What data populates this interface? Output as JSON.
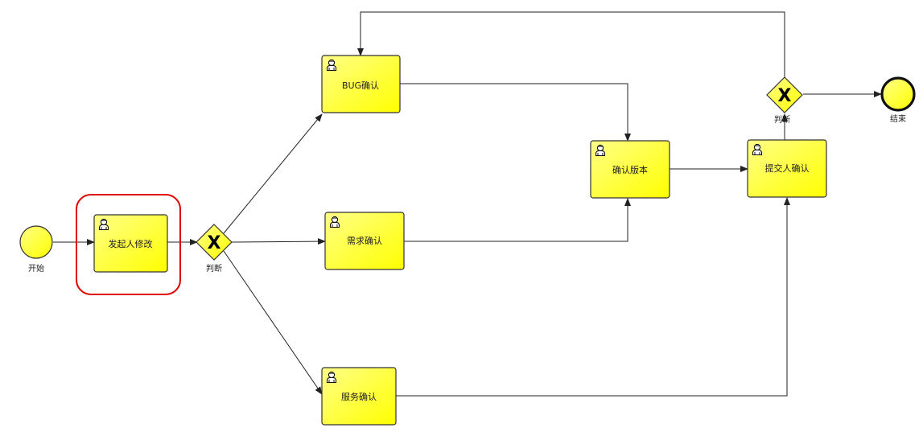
{
  "diagram": {
    "start_event": {
      "label": "开始"
    },
    "end_event": {
      "label": "结束"
    },
    "tasks": {
      "initiator_modify": {
        "label": "发起人修改",
        "highlighted": true
      },
      "bug_confirm": {
        "label": "BUG确认"
      },
      "requirement_confirm": {
        "label": "需求确认"
      },
      "service_confirm": {
        "label": "服务确认"
      },
      "version_confirm": {
        "label": "确认版本"
      },
      "submitter_confirm": {
        "label": "提交人确认"
      }
    },
    "gateways": {
      "gateway_1": {
        "label": "判断",
        "symbol": "X"
      },
      "gateway_2": {
        "label": "判断",
        "symbol": "X"
      }
    },
    "icons": {
      "task_icon": "user-icon",
      "gateway_icon": "exclusive-gateway-icon"
    },
    "colors": {
      "task_fill": "#ffff33",
      "event_fill": "#ffff66",
      "highlight": "#e00000",
      "stroke": "#222222"
    }
  }
}
